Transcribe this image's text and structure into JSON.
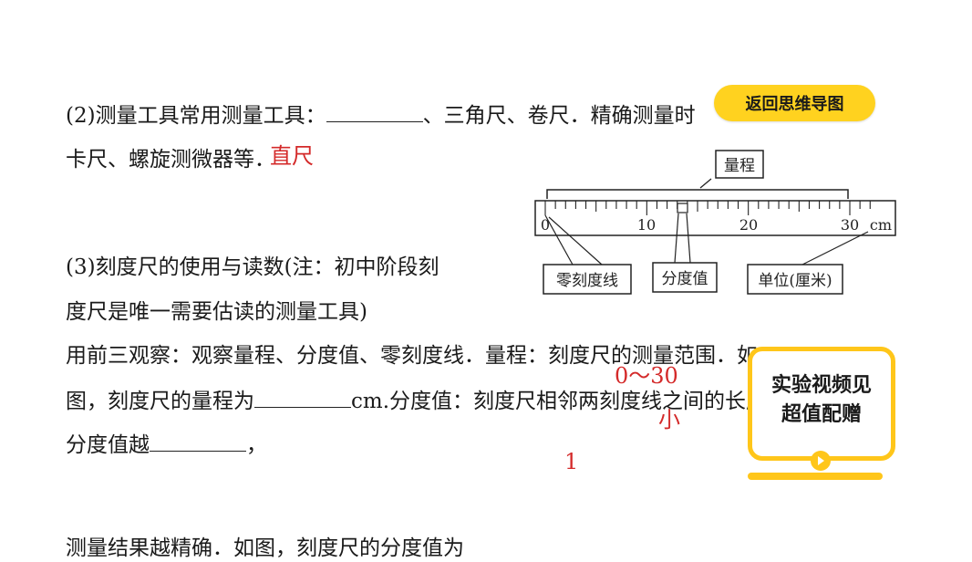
{
  "nav": {
    "mind_map_button": "返回思维导图",
    "video_card_line1": "实验视频见",
    "video_card_line2": "超值配赠"
  },
  "content": {
    "l1_a": "(2)测量工具常用测量工具：",
    "l1_b": "、三角尺、卷尺．精确测量时",
    "l2": "卡尺、螺旋测微器等．",
    "l3": "(3)刻度尺的使用与读数(注：初中阶段刻",
    "l4": "度尺是唯一需要估读的测量工具)",
    "l5": "用前三观察：观察量程、分度值、零刻度线．量程：刻度尺的测量范围．如",
    "l6_a": "图，刻度尺的量程为",
    "l6_b": "cm.分度值：刻度尺相邻两刻度线之间的长度．",
    "l7_a": "分度值越",
    "l7_b": "，",
    "l8": "测量结果越精确．如图，刻度尺的分度值为"
  },
  "answers": {
    "ruler_tool": "直尺",
    "range": "0～30",
    "smaller": "小",
    "one": "1"
  },
  "diagram": {
    "label_range": "量程",
    "label_zero": "零刻度线",
    "label_division": "分度值",
    "label_unit": "单位(厘米)",
    "tick_0": "0",
    "tick_10": "10",
    "tick_20": "20",
    "tick_30": "30",
    "unit": "cm"
  }
}
